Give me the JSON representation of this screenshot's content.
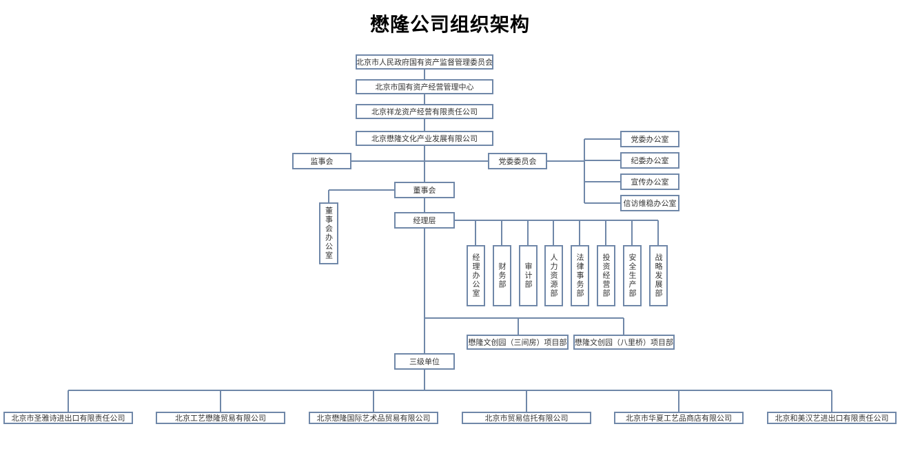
{
  "title": "懋隆公司组织架构",
  "colors": {
    "line": "#6f87a8",
    "border": "#6f87a8"
  },
  "chain": [
    "北京市人民政府国有资产监督管理委员会",
    "北京市国有资产经营管理中心",
    "北京祥龙资产经营有限责任公司",
    "北京懋隆文化产业发展有限公司"
  ],
  "supervisory_board": "监事会",
  "party_committee": "党委委员会",
  "party_offices": [
    "党委办公室",
    "纪委办公室",
    "宣传办公室",
    "信访维稳办公室"
  ],
  "board": "董事会",
  "board_office": "董事会办公室",
  "management": "经理层",
  "departments": [
    "经理办公室",
    "财务部",
    "审计部",
    "人力资源部",
    "法律事务部",
    "投资经营部",
    "安全生产部",
    "战略发展部"
  ],
  "projects": [
    "懋隆文创园（三间房）项目部",
    "懋隆文创园（八里桥）项目部"
  ],
  "third_level": "三级单位",
  "subsidiaries": [
    "北京市圣雅诗进出口有限责任公司",
    "北京工艺懋隆贸易有限公司",
    "北京懋隆国际艺术品贸易有限公司",
    "北京市贸易信托有限公司",
    "北京市华夏工艺品商店有限公司",
    "北京和美汉艺进出口有限责任公司"
  ]
}
